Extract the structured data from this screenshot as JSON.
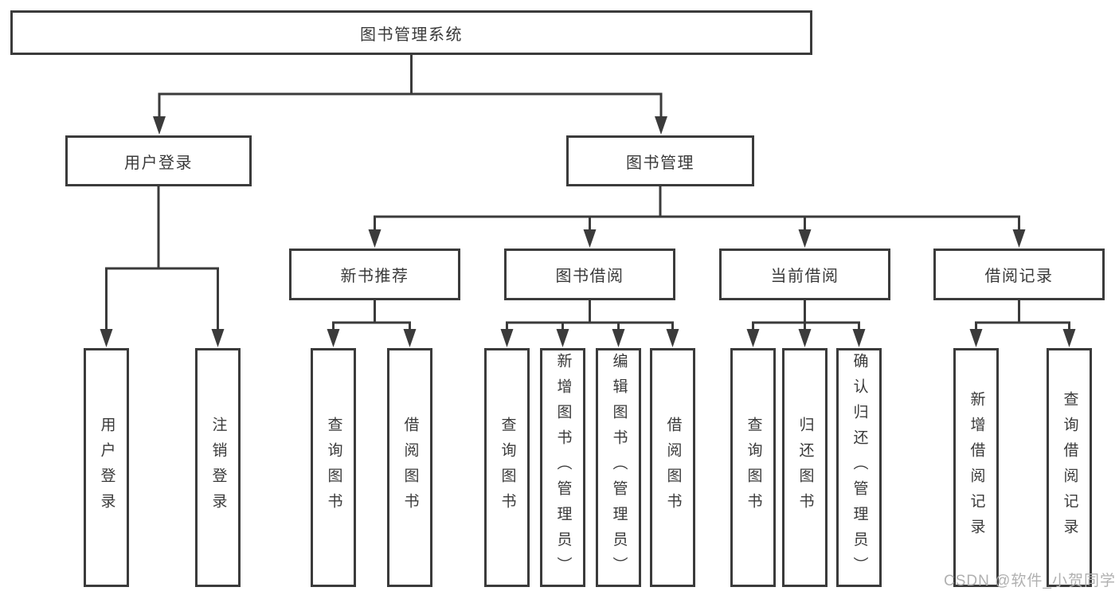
{
  "diagram_title": "图书管理系统",
  "tree": {
    "root": {
      "label": "图书管理系统"
    },
    "level2": [
      {
        "label": "用户登录",
        "leaves": [
          {
            "label": "用户登录"
          },
          {
            "label": "注销登录"
          }
        ]
      },
      {
        "label": "图书管理"
      }
    ],
    "level3": [
      {
        "label": "新书推荐",
        "leaves": [
          {
            "label": "查询图书"
          },
          {
            "label": "借阅图书"
          }
        ]
      },
      {
        "label": "图书借阅",
        "leaves": [
          {
            "label": "查询图书"
          },
          {
            "label": "新增图书（管理员）"
          },
          {
            "label": "编辑图书（管理员）"
          },
          {
            "label": "借阅图书"
          }
        ]
      },
      {
        "label": "当前借阅",
        "leaves": [
          {
            "label": "查询图书"
          },
          {
            "label": "归还图书"
          },
          {
            "label": "确认归还（管理员）"
          }
        ]
      },
      {
        "label": "借阅记录",
        "leaves": [
          {
            "label": "新增借阅记录"
          },
          {
            "label": "查询借阅记录"
          }
        ]
      }
    ]
  },
  "watermark": "CSDN @软件_小贺同学",
  "colors": {
    "background": "#ffffff",
    "box_fill": "#ffffff",
    "box_border": "#3b3b3b",
    "line": "#3b3b3b",
    "text": "#3a3a3a",
    "watermark": "#b0b0b0"
  }
}
